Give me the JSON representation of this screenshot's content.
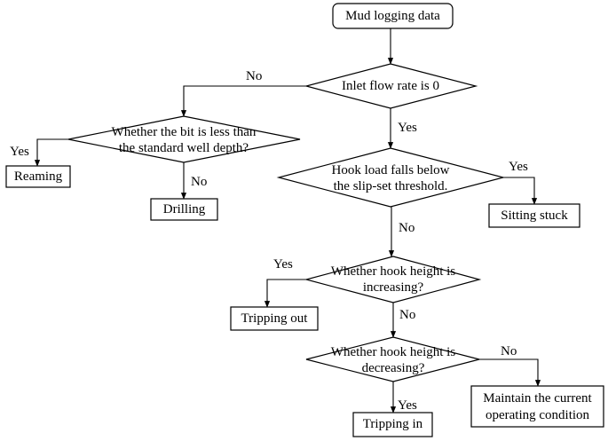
{
  "nodes": {
    "start": "Mud logging data",
    "inlet": "Inlet flow rate is 0",
    "bit_line1": "Whether the bit is less than",
    "bit_line2": "the standard well depth?",
    "reaming": "Reaming",
    "drilling": "Drilling",
    "hook_line1": "Hook  load falls below",
    "hook_line2": "the slip-set threshold.",
    "sitting": "Sitting stuck",
    "inc_line1": "Whether hook height is",
    "inc_line2": "increasing?",
    "tripping_out": "Tripping out",
    "dec_line1": "Whether hook height is",
    "dec_line2": "decreasing?",
    "maintain_line1": "Maintain the current",
    "maintain_line2": "operating condition",
    "tripping_in": "Tripping in"
  },
  "edges": {
    "inlet_no": "No",
    "inlet_yes": "Yes",
    "bit_yes": "Yes",
    "bit_no": "No",
    "hook_yes": "Yes",
    "hook_no": "No",
    "inc_yes": "Yes",
    "inc_no": "No",
    "dec_no": "No",
    "dec_yes": "Yes"
  }
}
